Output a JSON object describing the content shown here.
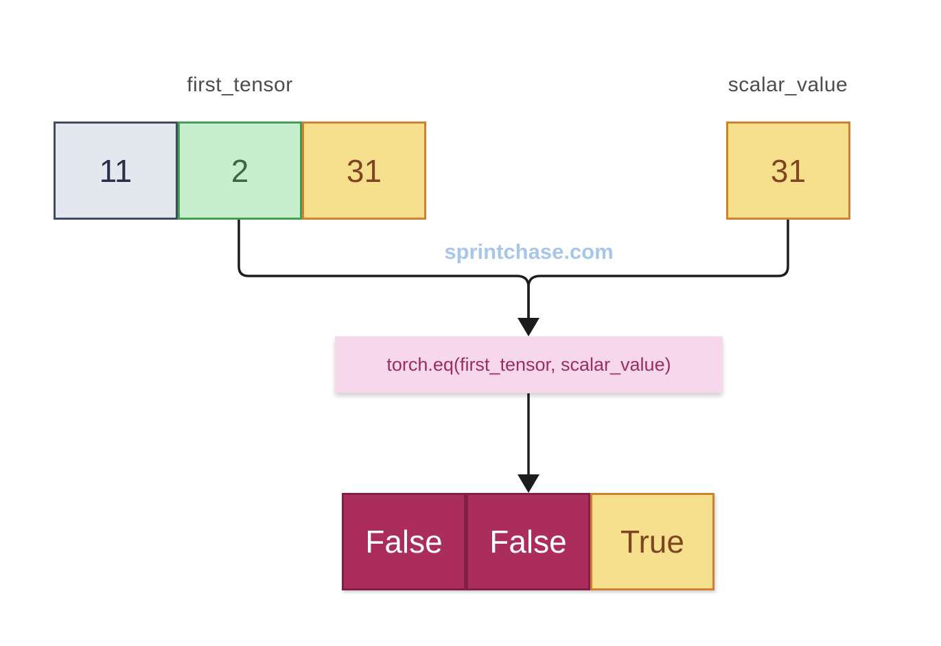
{
  "first_tensor": {
    "label": "first_tensor",
    "cells": [
      {
        "value": "11",
        "style": "slate"
      },
      {
        "value": "2",
        "style": "green"
      },
      {
        "value": "31",
        "style": "yellow"
      }
    ]
  },
  "scalar_value": {
    "label": "scalar_value",
    "cells": [
      {
        "value": "31",
        "style": "yellow"
      }
    ]
  },
  "operation": {
    "label": "torch.eq(first_tensor, scalar_value)"
  },
  "result_tensor": {
    "cells": [
      {
        "value": "False",
        "style": "crimson"
      },
      {
        "value": "False",
        "style": "crimson"
      },
      {
        "value": "True",
        "style": "yellow"
      }
    ]
  },
  "watermark": "sprintchase.com",
  "colors": {
    "slate_fill": "#e3e7ee",
    "slate_border": "#3f4b63",
    "slate_text": "#26304a",
    "green_fill": "#c7efcd",
    "green_border": "#3fa04f",
    "green_text": "#3a6845",
    "yellow_fill": "#f6e08e",
    "yellow_border": "#d0802f",
    "yellow_text": "#7f4523",
    "crimson_fill": "#ab2d5c",
    "crimson_border": "#811f47",
    "crimson_text": "#ffffff",
    "operation_fill": "#f7d7ec",
    "operation_text": "#9c2d61",
    "watermark_text": "#a6c7e9",
    "label_text": "#4c4c4c",
    "connector_stroke": "#1c1c1c"
  }
}
